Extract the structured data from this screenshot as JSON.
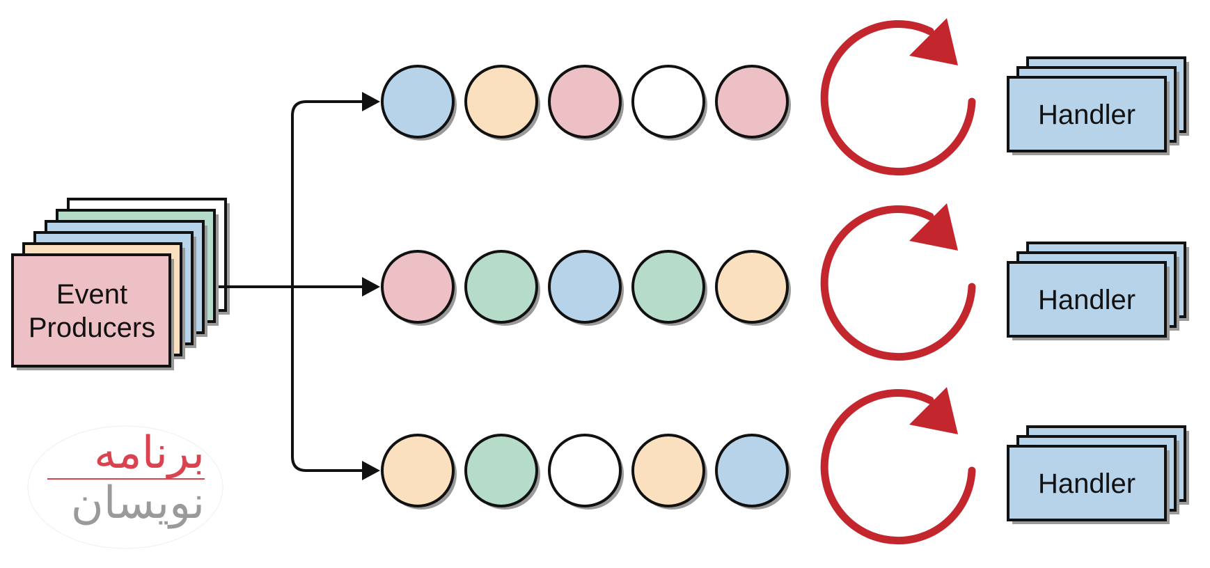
{
  "producers": {
    "label_line1": "Event",
    "label_line2": "Producers",
    "card_colors": [
      "#ffffff",
      "#b5dcc8",
      "#b7d3ea",
      "#b7d3ea",
      "#fbe0c0",
      "#ecc0c4"
    ]
  },
  "colors": {
    "blue": "#b7d3ea",
    "peach": "#fbe0c0",
    "pink": "#ecc0c4",
    "green": "#b5dcc8",
    "white": "#ffffff",
    "loop_red": "#c4262e",
    "outline": "#111111",
    "shadow": "#9a9a9a"
  },
  "queues": [
    {
      "events": [
        "blue",
        "peach",
        "pink",
        "white",
        "pink"
      ],
      "handler_label": "Handler"
    },
    {
      "events": [
        "pink",
        "green",
        "blue",
        "green",
        "peach"
      ],
      "handler_label": "Handler"
    },
    {
      "events": [
        "peach",
        "green",
        "white",
        "peach",
        "blue"
      ],
      "handler_label": "Handler"
    }
  ],
  "logo": {
    "line1": "برنامه",
    "line2": "نویسان"
  }
}
